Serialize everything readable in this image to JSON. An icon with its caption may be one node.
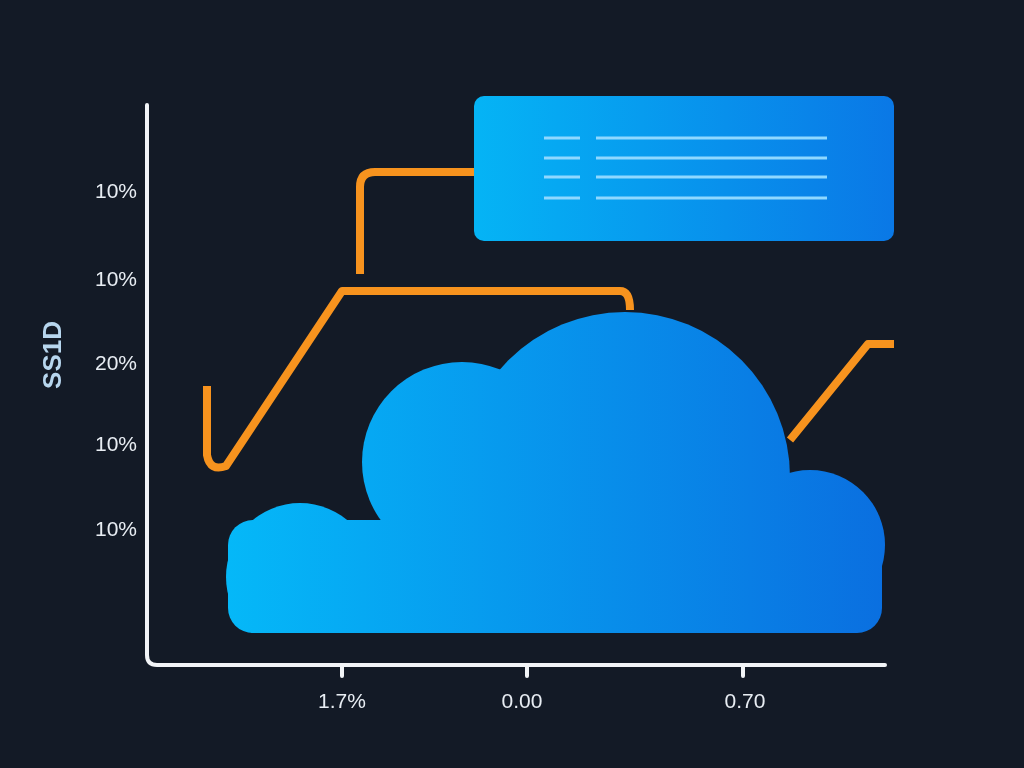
{
  "diagram": {
    "labels": [
      "SS1D",
      "10%",
      "10%",
      "20%",
      "10%",
      "10%",
      "1.7%",
      "0.00",
      "0.70"
    ]
  }
}
